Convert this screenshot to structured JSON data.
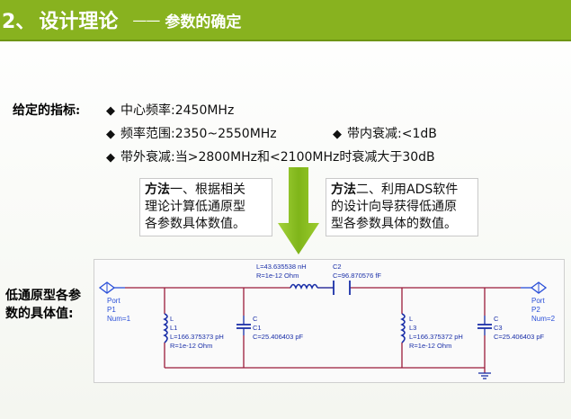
{
  "header": {
    "number": "2、",
    "title": "设计理论",
    "dash": "——",
    "subtitle": "参数的确定"
  },
  "specs": {
    "label": "给定的指标:",
    "bullet": "◆",
    "center_freq": "中心频率:2450MHz",
    "freq_range": "频率范围:2350~2550MHz",
    "in_band": "带内衰减:<1dB",
    "out_band": "带外衰减:当>2800MHz和<2100MHz时衰减大于30dB"
  },
  "method1": {
    "bold": "方法",
    "text1": "一、根据相关",
    "text2": "理论计算低通原型",
    "text3": "各参数具体数值。"
  },
  "method2": {
    "bold": "方法",
    "text1": "二、利用ADS软件",
    "text2": "的设计向导获得低通原",
    "text3": "型各参数具体的数值。"
  },
  "lowpass_label": {
    "line1": "低通原型各参",
    "line2": "数的具体值:"
  },
  "circuit": {
    "port1": {
      "type": "Port",
      "name": "P1",
      "num": "Num=1"
    },
    "port2": {
      "type": "Port",
      "name": "P2",
      "num": "Num=2"
    },
    "L2": {
      "l": "L=43.635538 nH",
      "r": "R=1e-12 Ohm"
    },
    "C2": {
      "name": "C2",
      "c": "C=96.870576 fF"
    },
    "L1": {
      "type": "L",
      "name": "L1",
      "l": "L=166.375373 pH",
      "r": "R=1e-12 Ohm"
    },
    "C1": {
      "type": "C",
      "name": "C1",
      "c": "C=25.406403 pF"
    },
    "L3": {
      "type": "L",
      "name": "L3",
      "l": "L=166.375372 pH",
      "r": "R=1e-12 Ohm"
    },
    "C3": {
      "type": "C",
      "name": "C3",
      "c": "C=25.406403 pF"
    },
    "wire_color": "#9b1b3a",
    "component_color": "#1a2fa8",
    "port_color": "#2a4fd8"
  },
  "colors": {
    "header_bg": "#88b21f",
    "arrow": "#8cbf1a"
  }
}
